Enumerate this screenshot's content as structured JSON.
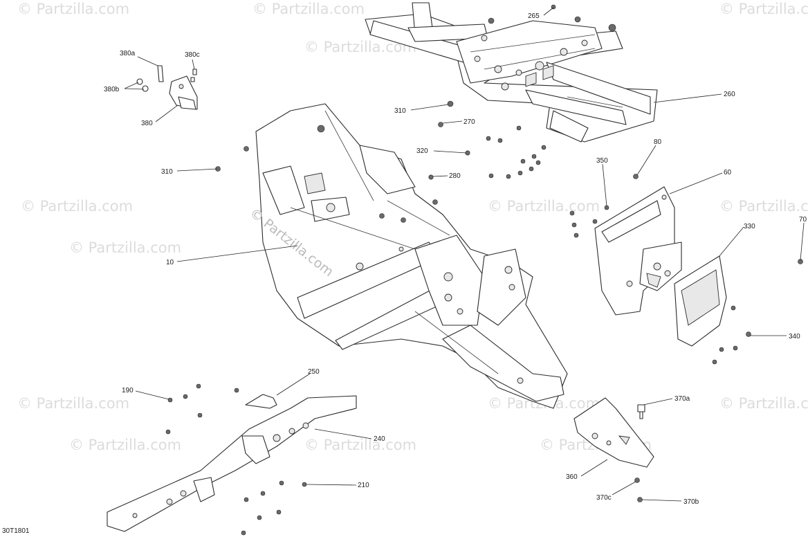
{
  "diagram_id": "30T1801",
  "watermark": {
    "text": "© Partzilla.com",
    "center_text": "© Partzilla.com"
  },
  "callouts": {
    "c265": "265",
    "c260": "260",
    "c310a": "310",
    "c270": "270",
    "c320": "320",
    "c280": "280",
    "c310b": "310",
    "c10": "10",
    "c380a": "380a",
    "c380c": "380c",
    "c380b": "380b",
    "c380": "380",
    "c80": "80",
    "c350": "350",
    "c60": "60",
    "c330": "330",
    "c70": "70",
    "c340": "340",
    "c250": "250",
    "c190": "190",
    "c240": "240",
    "c210": "210",
    "c370a": "370a",
    "c360": "360",
    "c370c": "370c",
    "c370b": "370b"
  }
}
